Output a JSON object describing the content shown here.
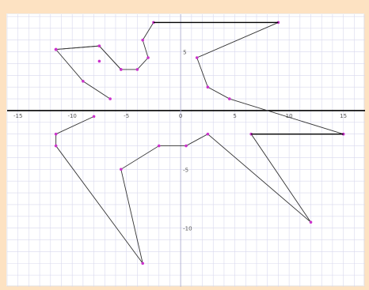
{
  "colors": {
    "page_border": "#fde2c2",
    "grid": "#d8d8ee",
    "axis": "#000000",
    "shape_line": "#333333",
    "vertex": "#cc33cc"
  },
  "chart_data": {
    "type": "scatter",
    "title": "",
    "xlabel": "",
    "ylabel": "",
    "xlim": [
      -16,
      17
    ],
    "ylim": [
      -15,
      8.2
    ],
    "grid": true,
    "x_ticks": [
      {
        "value": -15,
        "label": "-15"
      },
      {
        "value": -10,
        "label": "-10"
      },
      {
        "value": -5,
        "label": "-5"
      },
      {
        "value": 0,
        "label": "0"
      },
      {
        "value": 5,
        "label": "5"
      },
      {
        "value": 10,
        "label": "10"
      },
      {
        "value": 15,
        "label": "15"
      }
    ],
    "y_ticks": [
      {
        "value": 5,
        "label": "5"
      },
      {
        "value": -5,
        "label": "-5"
      },
      {
        "value": -10,
        "label": "-10"
      }
    ],
    "series": [
      {
        "id": "upper-body",
        "points": [
          [
            -11.5,
            5.2
          ],
          [
            -7.5,
            5.5
          ],
          [
            -5.5,
            3.5
          ],
          [
            -4,
            3.5
          ],
          [
            -3,
            4.5
          ],
          [
            -3.5,
            6
          ],
          [
            -2.5,
            7.5
          ],
          [
            9,
            7.5
          ],
          [
            1.5,
            4.5
          ],
          [
            2.5,
            2
          ],
          [
            4.5,
            1
          ],
          [
            15,
            -2
          ]
        ]
      },
      {
        "id": "head",
        "points": [
          [
            -11.5,
            5.2
          ],
          [
            -7.5,
            5.5
          ],
          [
            -5.5,
            3.5
          ]
        ]
      },
      {
        "id": "beak",
        "points": [
          [
            -11.5,
            5.2
          ],
          [
            -9,
            2.5
          ],
          [
            -6.5,
            1
          ]
        ]
      },
      {
        "id": "lower-left",
        "points": [
          [
            -8,
            -0.5
          ],
          [
            -11.5,
            -2
          ],
          [
            -11.5,
            -3
          ],
          [
            -3.5,
            -13
          ],
          [
            -5.5,
            -5
          ],
          [
            -2,
            -3
          ],
          [
            0.5,
            -3
          ],
          [
            2.5,
            -2
          ],
          [
            12,
            -9.5
          ],
          [
            6.5,
            -2
          ],
          [
            15,
            -2
          ]
        ]
      },
      {
        "id": "eye",
        "points": [
          [
            -7.5,
            4.2
          ]
        ]
      }
    ]
  }
}
